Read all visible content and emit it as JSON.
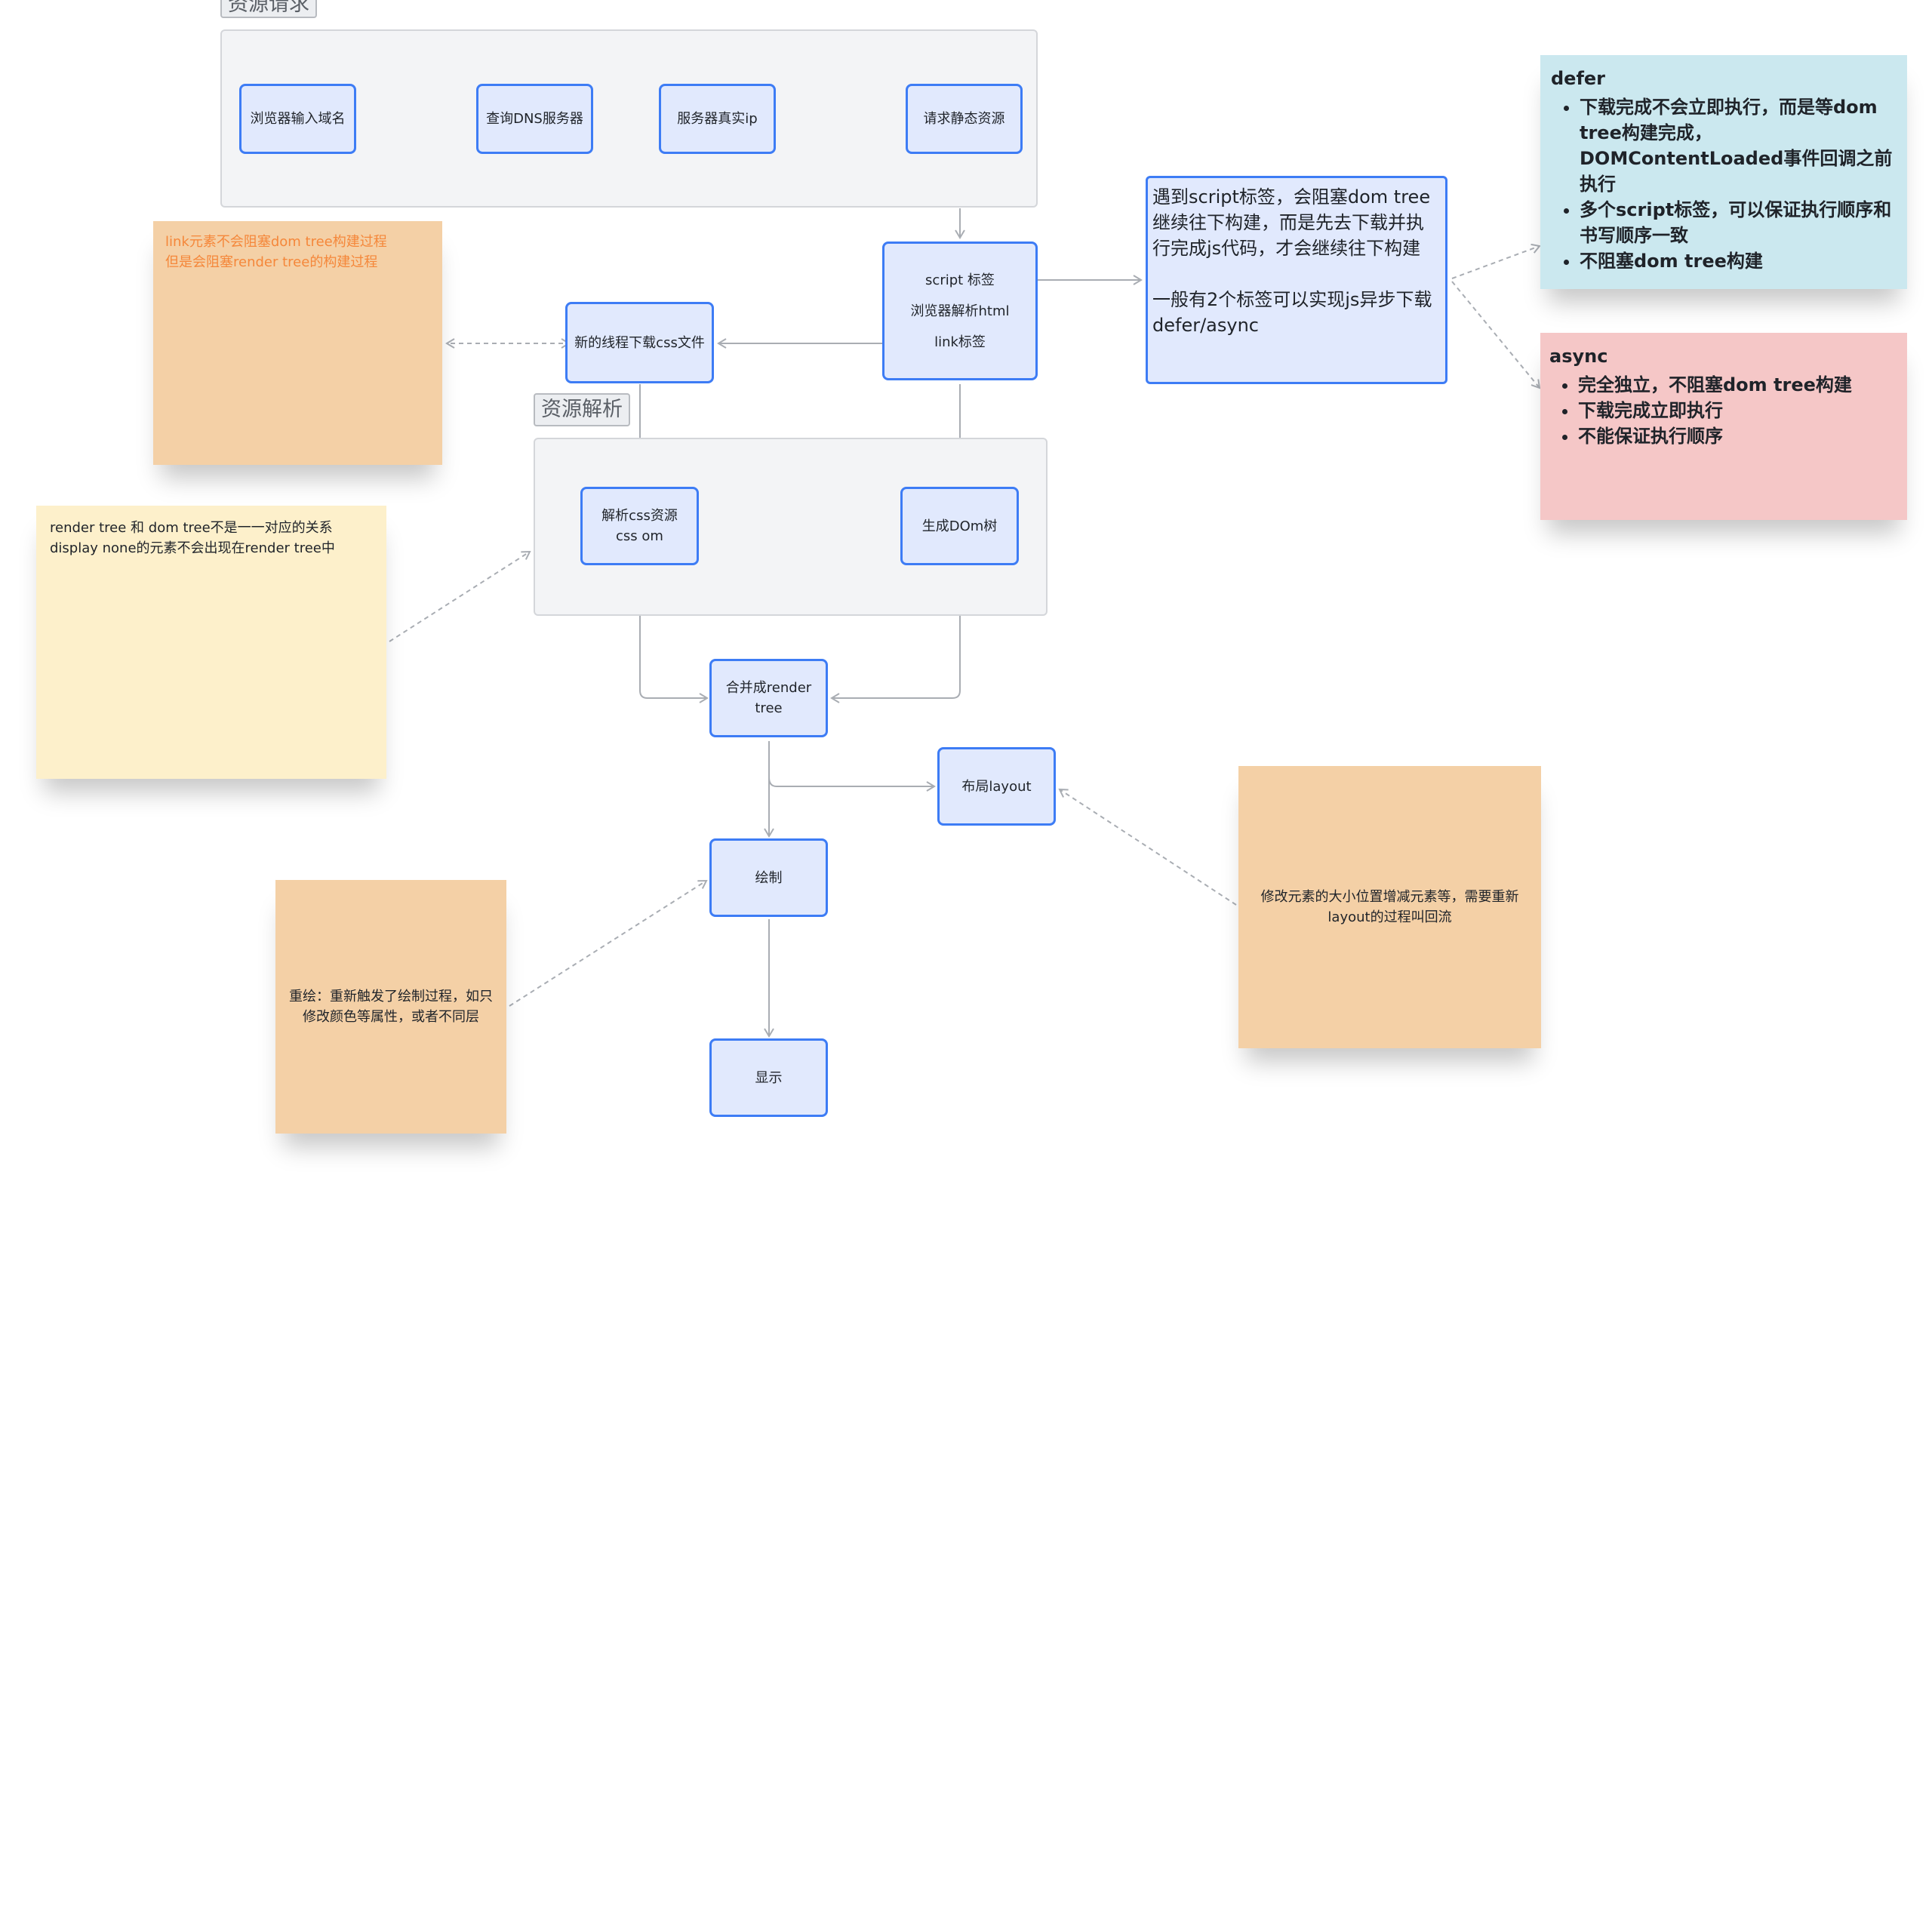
{
  "groups": {
    "request_label": "资源请求",
    "parse_label": "资源解析"
  },
  "nodes": {
    "browser_input": "浏览器输入域名",
    "dns": "查询DNS服务器",
    "real_ip": "服务器真实ip",
    "static_res": "请求静态资源",
    "parse_html": {
      "script_tag": "script 标签",
      "browser_parse": "浏览器解析html",
      "link_tag": "link标签"
    },
    "css_download": "新的线程下载css文件",
    "cssom": "解析css资源\ncss om",
    "dom_tree": "生成DOm树",
    "render_tree": "合并成render\ntree",
    "layout": "布局layout",
    "paint": "绘制",
    "display": "显示"
  },
  "notes": {
    "link_note": "link元素不会阻塞dom tree构建过程\n但是会阻塞render tree的构建过程",
    "render_note": "render tree 和 dom tree不是一一对应的关系\ndisplay none的元素不会出现在render tree中",
    "repaint_note": "重绘：重新触发了绘制过程，如只修改颜色等属性，或者不同层",
    "reflow_note": "修改元素的大小位置增减元素等，需要重新layout的过程叫回流",
    "script_note": "遇到script标签，会阻塞dom tree继续往下构建，而是先去下载并执行完成js代码，才会继续往下构建\n\n一般有2个标签可以实现js异步下载defer/async",
    "defer": {
      "title": "defer",
      "items": [
        "下载完成不会立即执行，而是等dom tree构建完成，DOMContentLoaded事件回调之前执行",
        "多个script标签，可以保证执行顺序和书写顺序一致",
        "不阻塞dom tree构建"
      ]
    },
    "async": {
      "title": "async",
      "items": [
        "完全独立，不阻塞dom tree构建",
        "下载完成立即执行",
        "不能保证执行顺序"
      ]
    }
  },
  "colors": {
    "node_fill": "#e1e9fd",
    "node_border": "#3d7cf5",
    "connector": "#a9adb3",
    "sticky_orange": "#f4d0a6",
    "sticky_yellow": "#fdf0cb",
    "sticky_blue": "#cbe8ef",
    "sticky_pink": "#f5c7c7",
    "orange_text": "#f5873a"
  }
}
